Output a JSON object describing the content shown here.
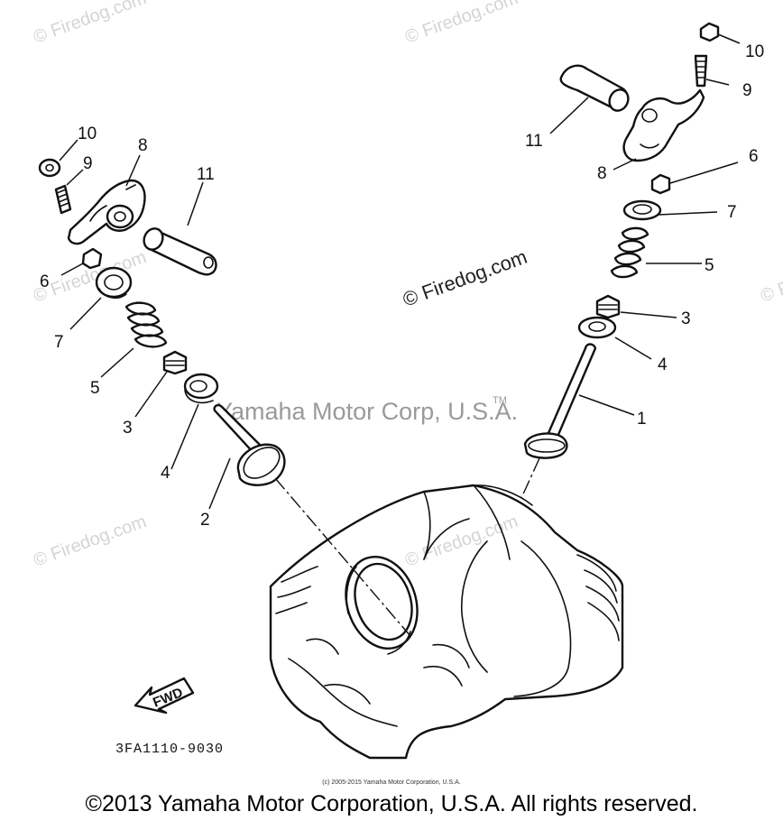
{
  "diagram": {
    "watermark_text": "© Firedog.com",
    "center_watermark_text": "© Firedog.com",
    "brand_watermark": "Yamaha Motor Corp, U.S.A.",
    "tm_mark": "TM",
    "part_code": "3FA1110-9030",
    "fwd_label": "FWD",
    "callouts": {
      "left_10": "10",
      "left_9": "9",
      "left_8": "8",
      "left_11": "11",
      "left_6": "6",
      "left_7": "7",
      "left_5": "5",
      "left_3": "3",
      "left_4": "4",
      "left_2": "2",
      "right_10": "10",
      "right_9": "9",
      "right_11": "11",
      "right_8": "8",
      "right_6": "6",
      "right_7": "7",
      "right_5": "5",
      "right_3": "3",
      "right_4": "4",
      "right_1": "1"
    }
  },
  "footer": {
    "small_copyright": "(c) 2005-2015 Yamaha Motor Corporation, U.S.A.",
    "copyright": "©2013 Yamaha Motor Corporation, U.S.A. All rights reserved."
  }
}
